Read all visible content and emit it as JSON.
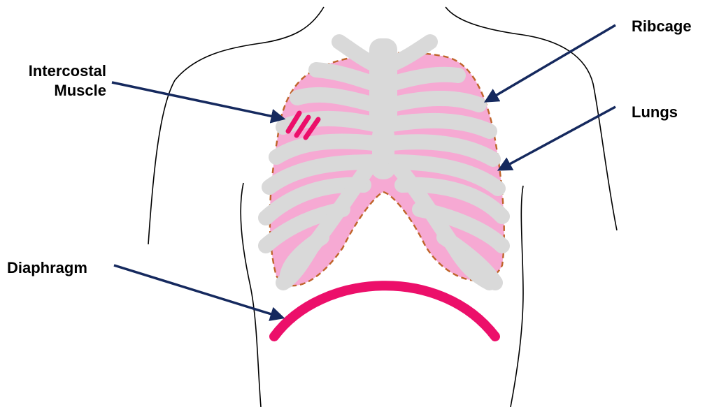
{
  "labels": {
    "intercostal_line1": "Intercostal",
    "intercostal_line2": "Muscle",
    "diaphragm": "Diaphragm",
    "ribcage": "Ribcage",
    "lungs": "Lungs"
  },
  "colors": {
    "lung_fill": "#f6a9d3",
    "lung_outline": "#c0642a",
    "bone": "#d9d9d9",
    "muscle": "#ec0f6a",
    "arrow": "#15295e",
    "body_outline": "#000000"
  }
}
